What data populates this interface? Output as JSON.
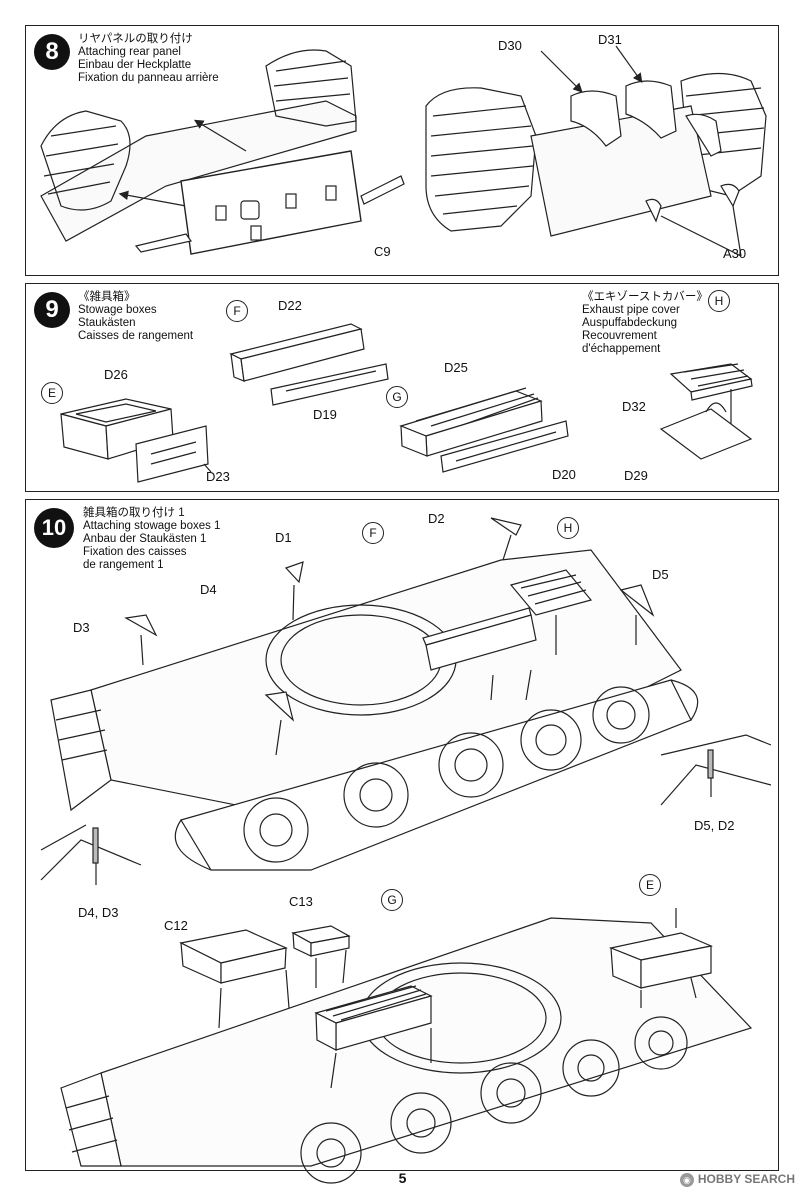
{
  "step8": {
    "number": "8",
    "title": [
      "リヤパネルの取り付け",
      "Attaching rear panel",
      "Einbau der Heckplatte",
      "Fixation du panneau arrière"
    ],
    "labels": {
      "c9": "C9",
      "d30": "D30",
      "d31": "D31",
      "a30": "A30"
    }
  },
  "step9": {
    "number": "9",
    "title": [
      "《雑具箱》",
      "Stowage boxes",
      "Staukästen",
      "Caisses de rangement"
    ],
    "exhaust_title": [
      "《エキゾーストカバー》",
      "Exhaust pipe cover",
      "Auspuffabdeckung",
      "Recouvrement",
      "d'échappement"
    ],
    "markers": {
      "e": "E",
      "f": "F",
      "g": "G",
      "h": "H"
    },
    "labels": {
      "d26": "D26",
      "d23": "D23",
      "d22": "D22",
      "d19": "D19",
      "d25": "D25",
      "d20": "D20",
      "d32": "D32",
      "d29": "D29"
    }
  },
  "step10": {
    "number": "10",
    "title": [
      "雑具箱の取り付け 1",
      "Attaching stowage boxes 1",
      "Anbau der Staukästen 1",
      "Fixation des caisses",
      "de rangement 1"
    ],
    "markers": {
      "f": "F",
      "h": "H",
      "g": "G",
      "e": "E"
    },
    "labels": {
      "d1": "D1",
      "d2": "D2",
      "d3": "D3",
      "d4": "D4",
      "d5": "D5",
      "d5d2": "D5, D2",
      "d4d3": "D4, D3",
      "c12": "C12",
      "c13": "C13"
    }
  },
  "page_number": "5",
  "watermark": "HOBBY SEARCH"
}
